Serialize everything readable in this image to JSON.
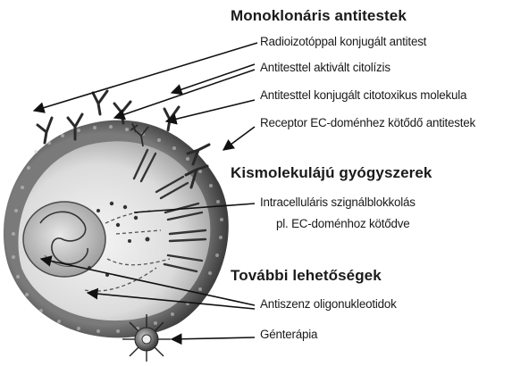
{
  "sections": [
    {
      "heading": "Monoklonáris antitestek",
      "items": [
        "Radioizotóppal konjugált antitest",
        "Antitesttel aktivált citolízis",
        "Antitesttel konjugált citotoxikus molekula",
        "Receptor EC-doménhez kötődő antitestek"
      ]
    },
    {
      "heading": "Kismolekulájú gyógyszerek",
      "items": [
        "Intracelluláris szignálblokkolás",
        "pl. EC-doménhoz kötődve"
      ]
    },
    {
      "heading": "További lehetőségek",
      "items": [
        "Antiszenz oligonukleotidok",
        "Génterápia"
      ]
    }
  ]
}
